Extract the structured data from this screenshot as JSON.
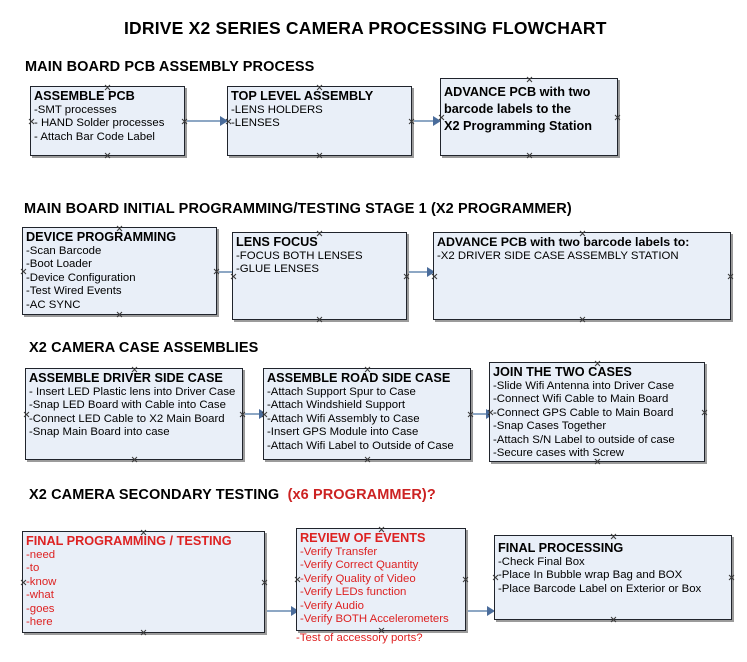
{
  "document": {
    "title": "IDRIVE X2  SERIES CAMERA PROCESSING FLOWCHART"
  },
  "sections": [
    {
      "id": "main-board-pcb-assembly",
      "heading": "MAIN BOARD PCB ASSEMBLY PROCESS",
      "heading_suffix": "",
      "boxes": [
        {
          "id": "assemble-pcb",
          "title": "ASSEMBLE PCB",
          "lines": [
            " -SMT processes",
            "- HAND Solder processes",
            "- Attach Bar Code Label"
          ]
        },
        {
          "id": "top-level-assembly",
          "title": "TOP LEVEL ASSEMBLY",
          "lines": [
            "-LENS HOLDERS",
            "-LENSES"
          ]
        },
        {
          "id": "advance-pcb-programming-station",
          "title": "ADVANCE PCB with two",
          "lines": [
            "barcode labels to the",
            " X2 Programming Station"
          ]
        }
      ]
    },
    {
      "id": "main-board-initial-programming",
      "heading": "MAIN BOARD INITIAL PROGRAMMING/TESTING STAGE 1 (X2 PROGRAMMER)",
      "heading_suffix": "",
      "boxes": [
        {
          "id": "device-programming",
          "title": "DEVICE PROGRAMMING",
          "lines": [
            "-Scan Barcode",
            "-Boot Loader",
            "-Device Configuration",
            "-Test Wired Events",
            "-AC SYNC"
          ]
        },
        {
          "id": "lens-focus",
          "title": "LENS FOCUS",
          "lines": [
            "-FOCUS BOTH LENSES",
            "-GLUE LENSES"
          ]
        },
        {
          "id": "advance-pcb-driver-side",
          "title": "ADVANCE PCB with two barcode labels to:",
          "lines": [
            "-X2 DRIVER  SIDE  CASE  ASSEMBLY STATION"
          ]
        }
      ]
    },
    {
      "id": "x2-camera-case-assemblies",
      "heading": "X2 CAMERA CASE ASSEMBLIES",
      "heading_suffix": "",
      "boxes": [
        {
          "id": "assemble-driver-side-case",
          "title": "ASSEMBLE DRIVER SIDE CASE",
          "lines": [
            "- Insert LED Plastic lens into Driver Case",
            "-Snap LED Board with Cable into Case",
            "-Connect LED Cable to X2 Main Board",
            "-Snap Main Board into case"
          ]
        },
        {
          "id": "assemble-road-side-case",
          "title": "ASSEMBLE ROAD SIDE CASE",
          "lines": [
            "-Attach Support Spur to Case",
            "-Attach Windshield Support",
            "-Attach Wifi Assembly to Case",
            "-Insert GPS Module into Case",
            "-Attach Wifi Label to Outside of Case"
          ]
        },
        {
          "id": "join-the-two-cases",
          "title": "JOIN THE TWO CASES",
          "lines": [
            "-Slide Wifi Antenna into Driver Case",
            "-Connect Wifi Cable to Main Board",
            "-Connect GPS Cable to Main Board",
            "-Snap Cases Together",
            "-Attach S/N Label to outside of case",
            "-Secure cases with Screw"
          ]
        }
      ]
    },
    {
      "id": "x2-camera-secondary-testing",
      "heading": "X2 CAMERA SECONDARY TESTING",
      "heading_suffix": "(x6 PROGRAMMER)?",
      "boxes": [
        {
          "id": "final-programming-testing",
          "title": "FINAL PROGRAMMING / TESTING",
          "lines": [
            "-need",
            "-to",
            "-know",
            "-what",
            "-goes",
            "-here"
          ]
        },
        {
          "id": "review-of-events",
          "title": "REVIEW OF EVENTS",
          "lines": [
            "-Verify Transfer",
            "-Verify Correct Quantity",
            "-Verify Quality of Video",
            "-Verify LEDs function",
            "-Verify Audio",
            "-Verify BOTH Accelerometers"
          ],
          "overflow_line": "-Test of accessory ports?"
        },
        {
          "id": "final-processing",
          "title": "FINAL PROCESSING",
          "lines": [
            " -Check Final Box",
            "-Place In Bubble wrap Bag and BOX",
            "-Place Barcode Label on Exterior or Box"
          ]
        }
      ]
    }
  ],
  "colors": {
    "box_fill": "#e9eff8",
    "box_border": "#20242c",
    "box_shadow": "#9b9b9b",
    "connector": "#8da7c4",
    "arrowhead": "#4a6c9b",
    "red_text": "#dd2222",
    "black_text": "#000000"
  }
}
